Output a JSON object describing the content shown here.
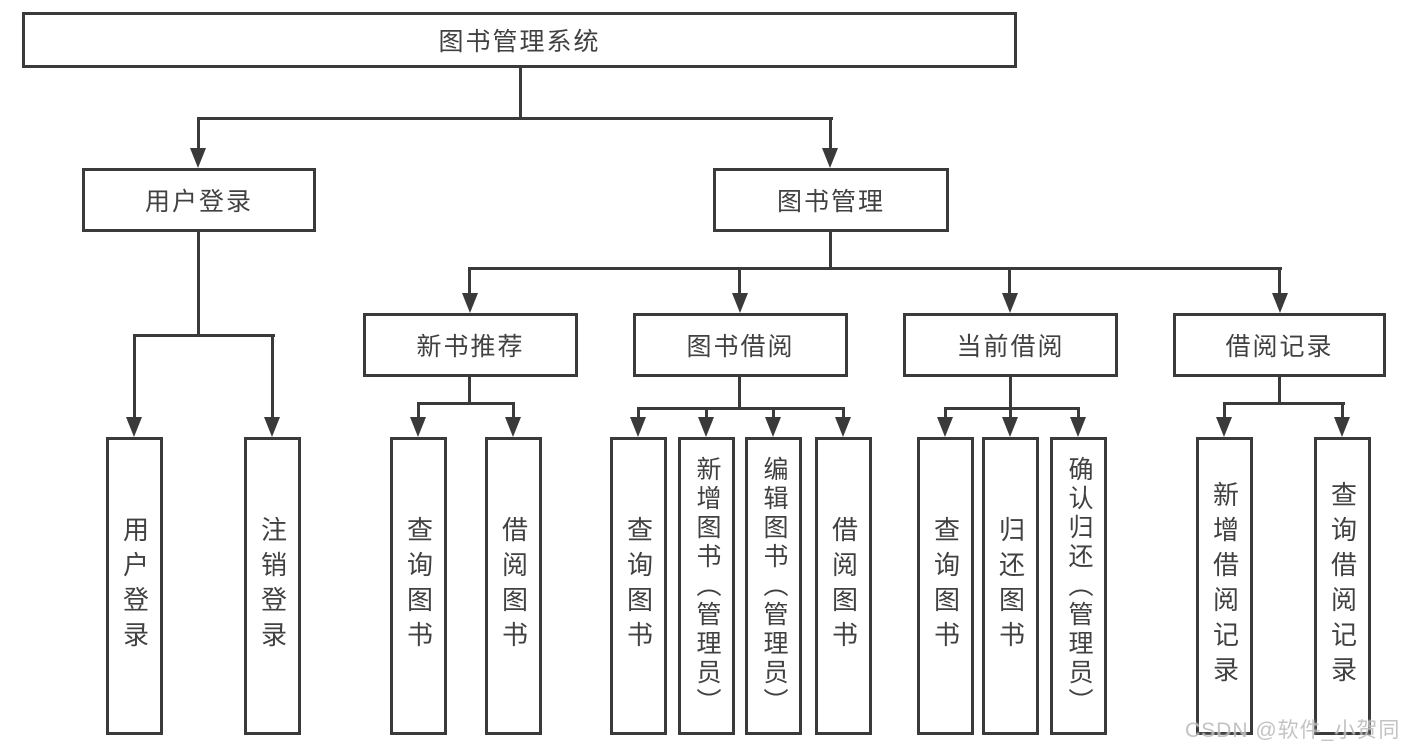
{
  "nodes": {
    "root": "图书管理系统",
    "user_login_branch": "用户登录",
    "book_mgmt_branch": "图书管理",
    "new_books": "新书推荐",
    "book_borrow": "图书借阅",
    "current_borrow": "当前借阅",
    "borrow_records": "借阅记录"
  },
  "leaves": {
    "user_login": [
      "用户登录",
      "注销登录"
    ],
    "new_books": [
      "查询图书",
      "借阅图书"
    ],
    "book_borrow": [
      "查询图书",
      "新增图书（管理员）",
      "编辑图书（管理员）",
      "借阅图书"
    ],
    "current_borrow": [
      "查询图书",
      "归还图书",
      "确认归还（管理员）"
    ],
    "borrow_records": [
      "新增借阅记录",
      "查询借阅记录"
    ]
  },
  "watermark": {
    "text": "CSDN @软件_小贺同学"
  },
  "colors": {
    "line": "#3a3a3a",
    "text": "#414141",
    "box_fill": "#ffffff",
    "background": "#ffffff",
    "watermark": "#bdbdbd"
  }
}
